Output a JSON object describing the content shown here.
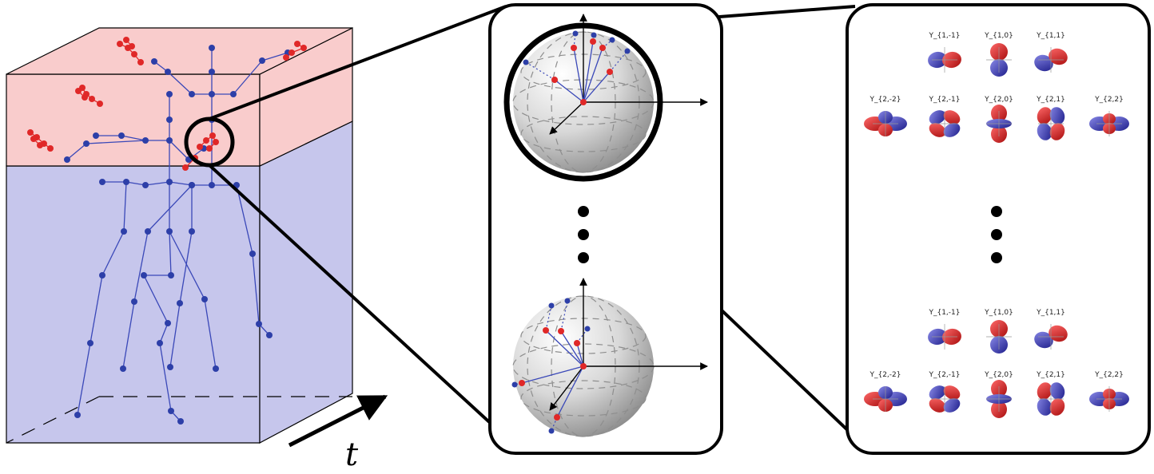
{
  "axis_label": "t",
  "harmonics": {
    "top": {
      "row_l1": [
        "Y_{1,-1}",
        "Y_{1,0}",
        "Y_{1,1}"
      ],
      "row_l2": [
        "Y_{2,-2}",
        "Y_{2,-1}",
        "Y_{2,0}",
        "Y_{2,1}",
        "Y_{2,2}"
      ]
    },
    "bottom": {
      "row_l1": [
        "Y_{1,-1}",
        "Y_{1,0}",
        "Y_{1,1}"
      ],
      "row_l2": [
        "Y_{2,-2}",
        "Y_{2,-1}",
        "Y_{2,0}",
        "Y_{2,1}",
        "Y_{2,2}"
      ]
    }
  },
  "colors": {
    "top_region": "#f9cccc",
    "bottom_region": "#c6c6ec",
    "joint_blue": "#2d3fa8",
    "joint_red": "#e02828",
    "bone": "#3a48b8",
    "sphere": "#d9d9d9"
  }
}
